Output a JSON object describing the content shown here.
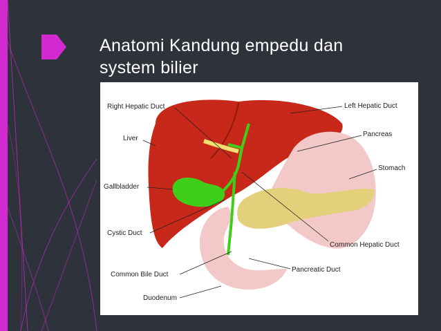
{
  "slide": {
    "title_line1": "Anatomi Kandung empedu dan",
    "title_line2": "system bilier"
  },
  "figure": {
    "labels": {
      "right_hepatic_duct": "Right Hepatic Duct",
      "left_hepatic_duct": "Left Hepatic Duct",
      "liver": "Liver",
      "pancreas": "Pancreas",
      "stomach": "Stomach",
      "gallbladder": "Gallbladder",
      "cystic_duct": "Cystic Duct",
      "common_hepatic_duct": "Common Hepatic Duct",
      "common_bile_duct": "Common Bile Duct",
      "pancreatic_duct": "Pancreatic Duct",
      "duodenum": "Duodenum"
    }
  },
  "colors": {
    "background": "#2e333b",
    "accent": "#d22ad0",
    "liver": "#c8281a",
    "gallbladder": "#3fcf1a",
    "stomach": "#f2c8c8",
    "pancreas": "#e3d07a"
  }
}
